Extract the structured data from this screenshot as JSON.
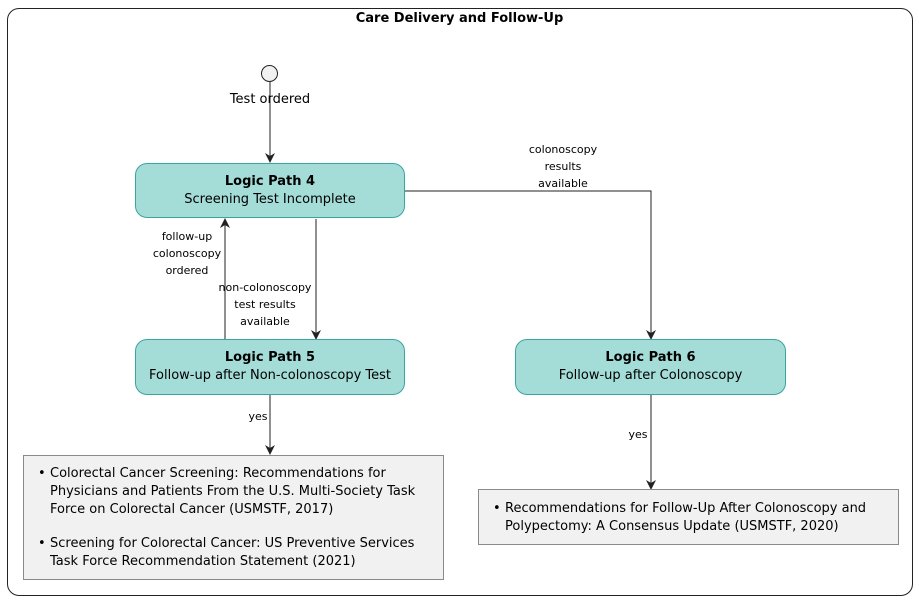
{
  "diagram": {
    "title": "Care Delivery and Follow-Up",
    "nodes": {
      "lp4": {
        "title": "Logic Path 4",
        "subtitle": "Screening Test Incomplete"
      },
      "lp5": {
        "title": "Logic Path 5",
        "subtitle": "Follow-up after Non-colonoscopy Test"
      },
      "lp6": {
        "title": "Logic Path 6",
        "subtitle": "Follow-up after Colonoscopy"
      }
    },
    "edges": {
      "start_to_lp4": "Test ordered",
      "lp4_to_lp6": [
        "colonoscopy",
        "results",
        "available"
      ],
      "lp5_to_lp4": [
        "follow-up",
        "colonoscopy",
        "ordered"
      ],
      "lp4_to_lp5": [
        "non-colonoscopy",
        "test results",
        "available"
      ],
      "lp5_to_note": "yes",
      "lp6_to_note": "yes"
    },
    "notes": {
      "left": [
        [
          "Colorectal Cancer Screening: Recommendations for",
          "Physicians and Patients From the U.S. Multi-Society Task",
          "Force on Colorectal Cancer (USMSTF, 2017)"
        ],
        [
          "Screening for Colorectal Cancer: US Preventive Services",
          "Task Force Recommendation Statement (2021)"
        ]
      ],
      "right": [
        [
          "Recommendations for Follow-Up After Colonoscopy and",
          "Polypectomy: A Consensus Update (USMSTF, 2020)"
        ]
      ]
    }
  }
}
